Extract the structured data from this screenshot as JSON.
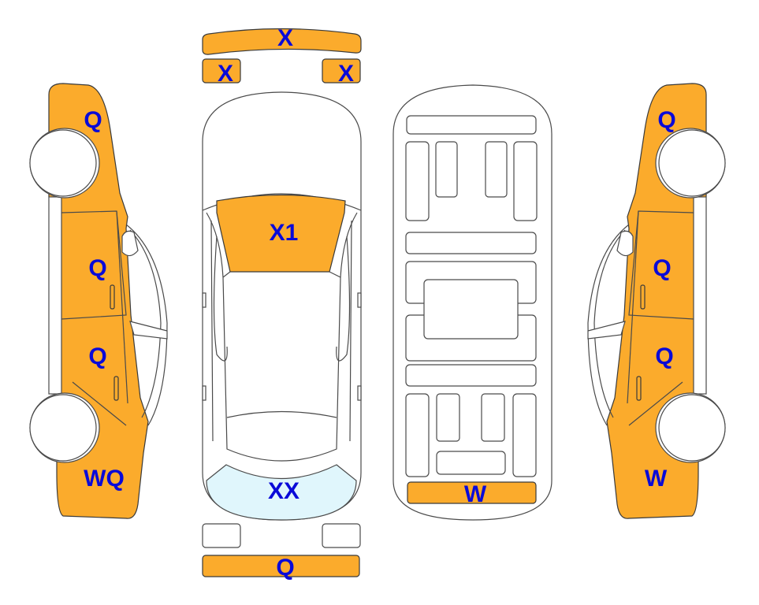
{
  "colors": {
    "damaged": "#fbab2c",
    "glass": "#e0f6fc",
    "label": "#0a0ad8"
  },
  "left_side": {
    "front_fender": "Q",
    "front_door": "Q",
    "rear_door": "Q",
    "rear_quarter": "WQ"
  },
  "top_view": {
    "front_bumper": "X",
    "left_headlight": "X",
    "right_headlight": "X",
    "windshield": "X1",
    "rear_window": "XX",
    "rear_bumper": "Q"
  },
  "underside": {
    "rear_panel": "W"
  },
  "right_side": {
    "front_fender": "Q",
    "front_door": "Q",
    "rear_door": "Q",
    "rear_quarter": "W"
  }
}
